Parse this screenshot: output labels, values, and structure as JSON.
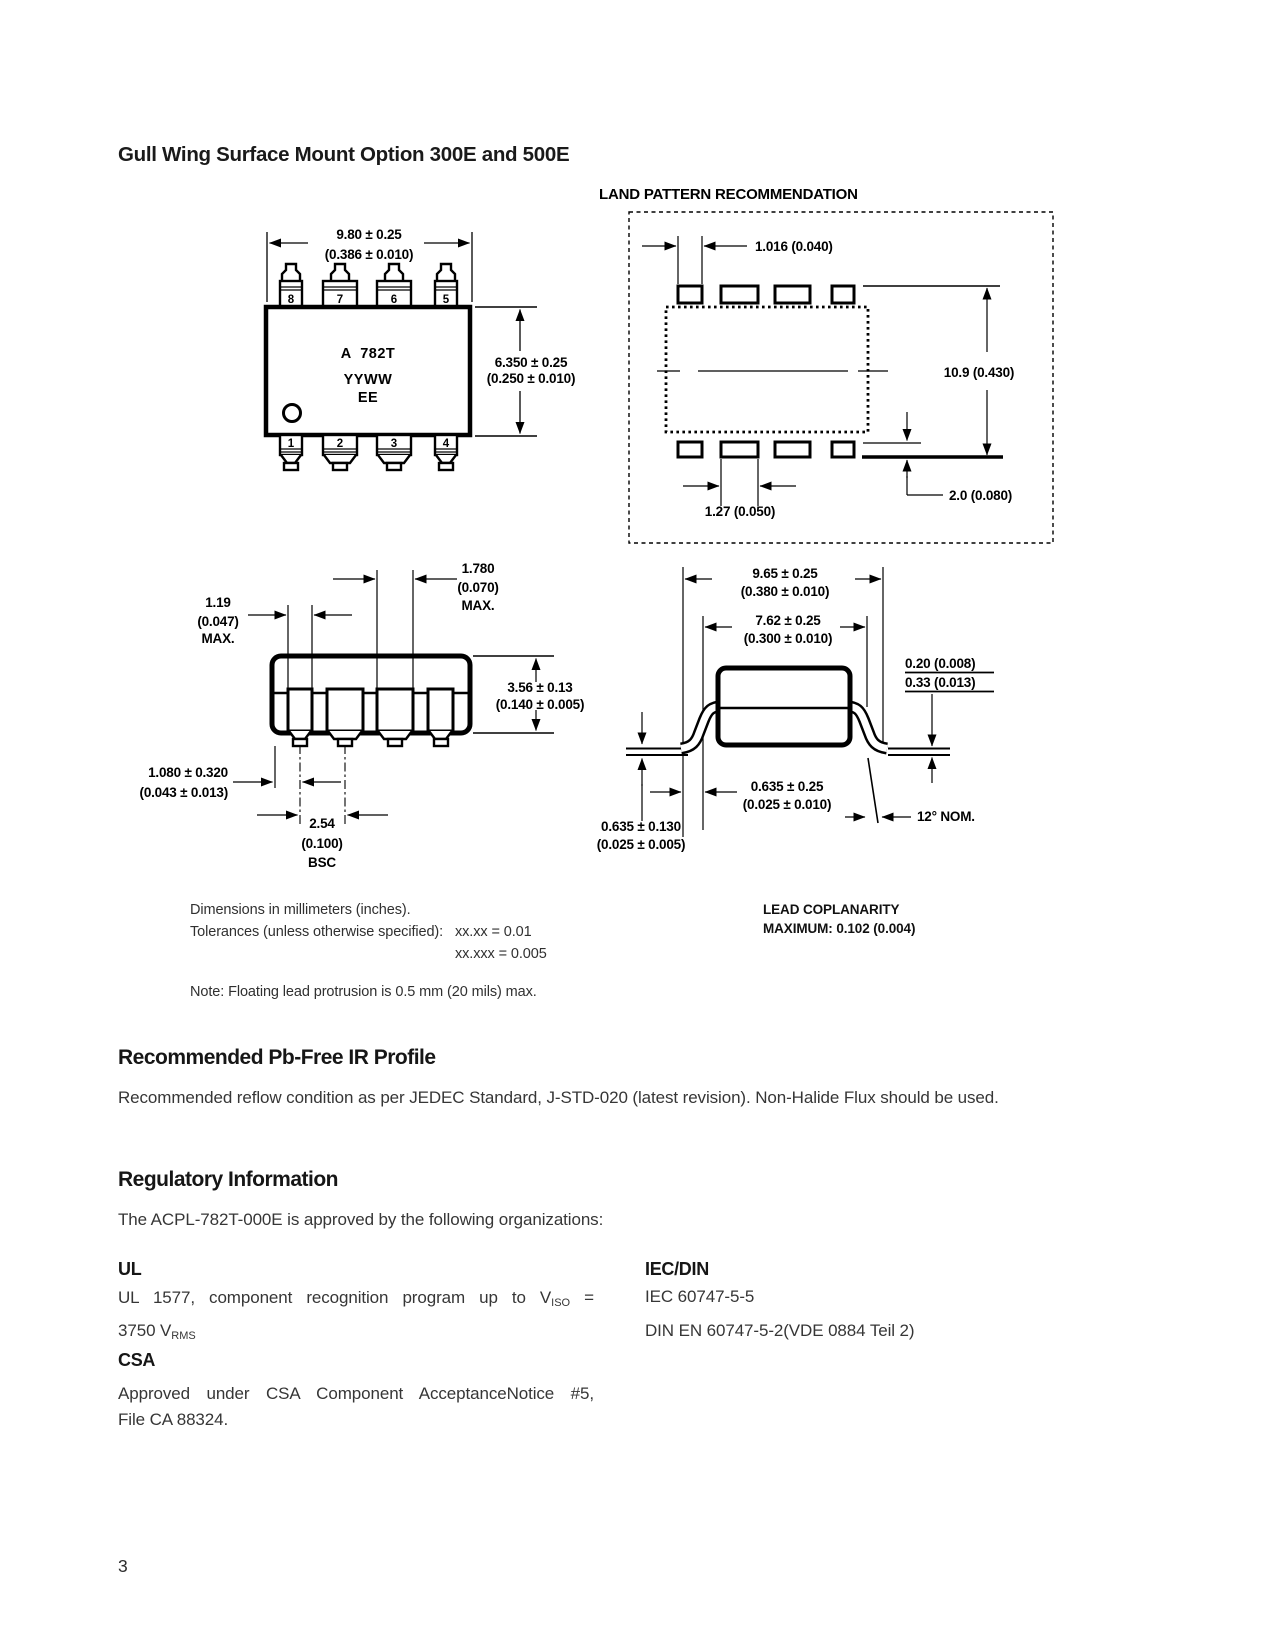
{
  "page": {
    "title": "Gull Wing Surface Mount Option 300E and 500E",
    "page_number": "3"
  },
  "figures": {
    "package_top_view": {
      "pins_top": [
        "8",
        "7",
        "6",
        "5"
      ],
      "pins_bottom": [
        "1",
        "2",
        "3",
        "4"
      ],
      "marking_line1": "A  782T",
      "marking_line2": "YYWW",
      "marking_line3": "EE",
      "dim_width_mm": "9.80 ± 0.25",
      "dim_width_in": "(0.386 ± 0.010)",
      "dim_height_mm": "6.350 ± 0.25",
      "dim_height_in": "(0.250 ± 0.010)"
    },
    "land_pattern": {
      "title": "LAND PATTERN RECOMMENDATION",
      "dim_pad_width": "1.016 (0.040)",
      "dim_span": "10.9 (0.430)",
      "dim_pad_height": "2.0 (0.080)",
      "dim_pitch": "1.27 (0.050)"
    },
    "end_view": {
      "dim_lead_wide_mm": "1.780",
      "dim_lead_wide_in": "(0.070)",
      "dim_lead_wide_max": "MAX.",
      "dim_lead_narrow_mm": "1.19",
      "dim_lead_narrow_in": "(0.047)",
      "dim_lead_narrow_max": "MAX.",
      "dim_body_h_mm": "3.56 ± 0.13",
      "dim_body_h_in": "(0.140 ± 0.005)",
      "dim_lead_w_mm": "1.080 ± 0.320",
      "dim_lead_w_in": "(0.043 ± 0.013)",
      "dim_pitch_mm": "2.54",
      "dim_pitch_in": "(0.100)",
      "dim_pitch_bsc": "BSC"
    },
    "side_view": {
      "dim_overall_mm": "9.65 ± 0.25",
      "dim_overall_in": "(0.380 ± 0.010)",
      "dim_body_mm": "7.62 ± 0.25",
      "dim_body_in": "(0.300 ± 0.010)",
      "dim_standoff_min": "0.20 (0.008)",
      "dim_standoff_max": "0.33 (0.013)",
      "dim_foot_mm": "0.635 ± 0.25",
      "dim_foot_in": "(0.025 ± 0.010)",
      "dim_thickness_mm": "0.635 ± 0.130",
      "dim_thickness_in": "(0.025 ± 0.005)",
      "dim_angle": "12° NOM."
    }
  },
  "notes": {
    "dimensions_line": "Dimensions in millimeters (inches).",
    "tolerances_label": "Tolerances (unless otherwise specified):",
    "tolerance_1": "xx.xx = 0.01",
    "tolerance_2": "xx.xxx = 0.005",
    "coplanarity_line1": "LEAD COPLANARITY",
    "coplanarity_line2": "MAXIMUM: 0.102 (0.004)",
    "protrusion_note": "Note: Floating lead protrusion is 0.5 mm (20 mils) max."
  },
  "sections": {
    "pb_free": {
      "heading": "Recommended Pb-Free IR Profile",
      "body": "Recommended reflow condition as per JEDEC Standard, J-STD-020 (latest revision). Non-Halide Flux should be used."
    },
    "regulatory": {
      "heading": "Regulatory Information",
      "intro": "The ACPL-782T-000E is approved by the following organizations:",
      "ul": {
        "heading": "UL",
        "line1_pre": "UL 1577, component recognition program up to V",
        "line1_sub": "ISO",
        "line1_post": " =",
        "line2_pre": "3750 V",
        "line2_sub": "RMS"
      },
      "csa": {
        "heading": "CSA",
        "line1": "Approved under CSA Component AcceptanceNotice #5,",
        "line2": "File CA 88324."
      },
      "iec": {
        "heading": "IEC/DIN",
        "line1": "IEC 60747-5-5",
        "line2": "DIN EN 60747-5-2(VDE 0884 Teil 2)"
      }
    }
  }
}
